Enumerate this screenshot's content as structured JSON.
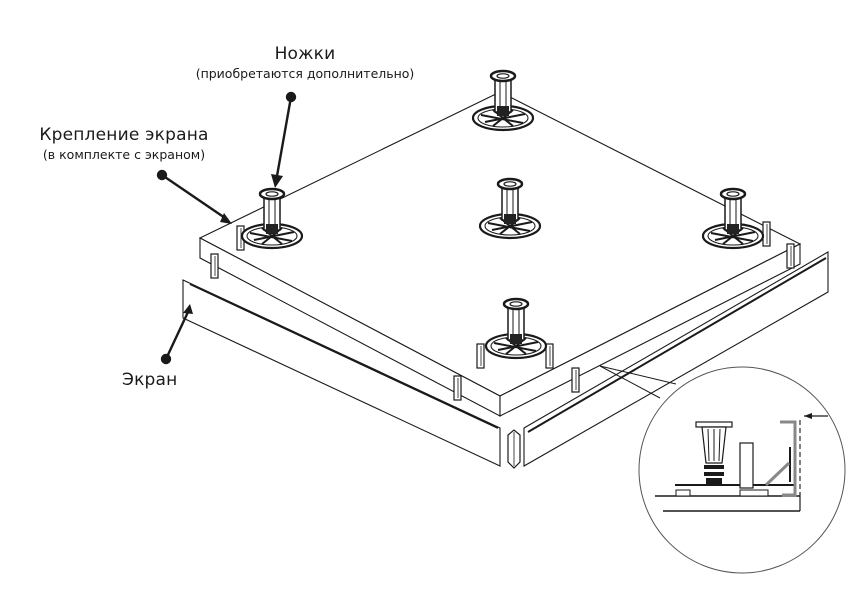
{
  "diagram": {
    "title": "Shower tray leg and screen installation",
    "colors": {
      "line": "#1a1a1a",
      "fill": "#ffffff",
      "dark": "#222222",
      "grey": "#888888"
    },
    "callouts": [
      {
        "id": "legs",
        "title": "Ножки",
        "note": "(приобретаются дополнительно)"
      },
      {
        "id": "mount",
        "title": "Крепление экрана",
        "note": "(в комплекте с экраном)"
      },
      {
        "id": "screen",
        "title": "Экран",
        "note": ""
      }
    ],
    "parts": {
      "legs_count": 5,
      "detail_view": "Cross-section detail of screen mounting"
    }
  }
}
